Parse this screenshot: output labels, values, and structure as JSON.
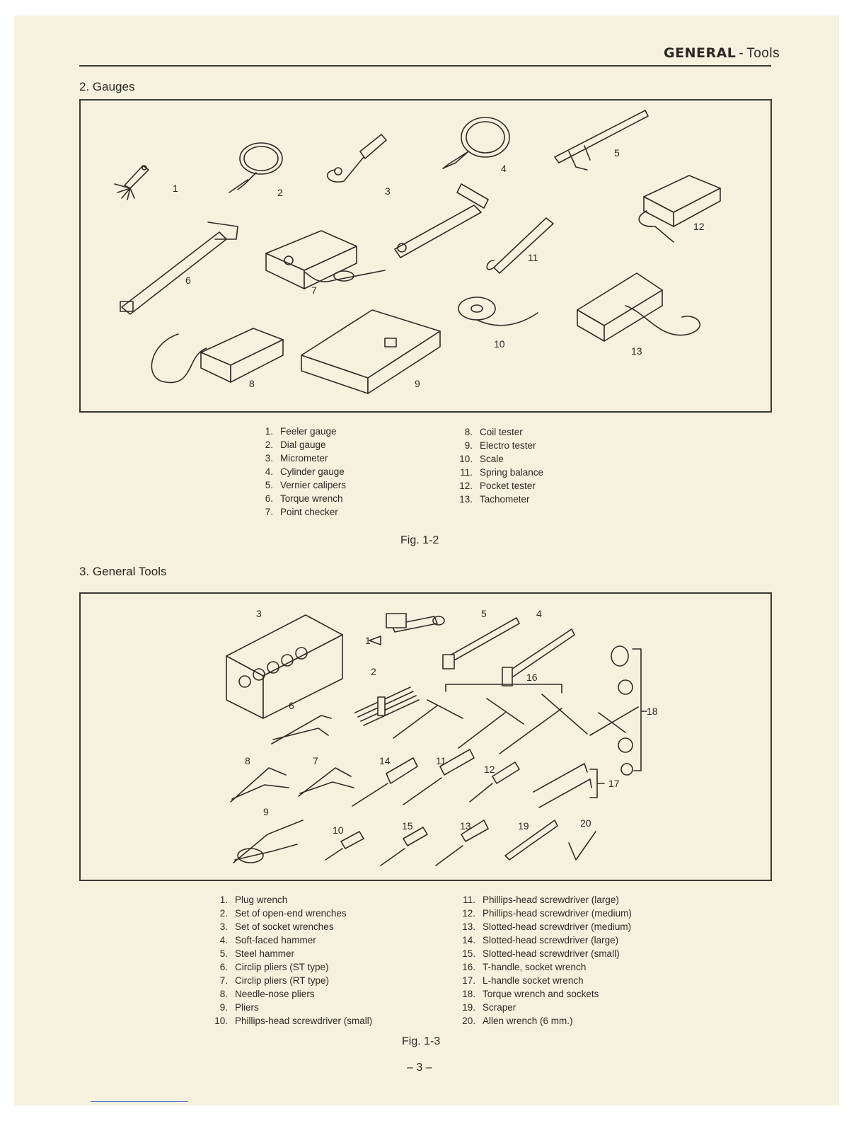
{
  "header": {
    "section": "GENERAL",
    "separator": "-",
    "topic": "Tools"
  },
  "gauges": {
    "heading": "2.  Gauges",
    "callouts": [
      "1",
      "2",
      "3",
      "4",
      "5",
      "6",
      "7",
      "8",
      "9",
      "10",
      "11",
      "12",
      "13"
    ],
    "legend_left": [
      {
        "num": "1.",
        "label": "Feeler gauge"
      },
      {
        "num": "2.",
        "label": "Dial gauge"
      },
      {
        "num": "3.",
        "label": "Micrometer"
      },
      {
        "num": "4.",
        "label": "Cylinder gauge"
      },
      {
        "num": "5.",
        "label": "Vernier calipers"
      },
      {
        "num": "6.",
        "label": "Torque wrench"
      },
      {
        "num": "7.",
        "label": "Point checker"
      }
    ],
    "legend_right": [
      {
        "num": "8.",
        "label": "Coil tester"
      },
      {
        "num": "9.",
        "label": "Electro tester"
      },
      {
        "num": "10.",
        "label": "Scale"
      },
      {
        "num": "11.",
        "label": "Spring balance"
      },
      {
        "num": "12.",
        "label": "Pocket tester"
      },
      {
        "num": "13.",
        "label": "Tachometer"
      }
    ],
    "caption": "Fig. 1-2"
  },
  "general_tools": {
    "heading": "3.  General Tools",
    "callouts": [
      "1",
      "2",
      "3",
      "4",
      "5",
      "6",
      "7",
      "8",
      "9",
      "10",
      "11",
      "12",
      "13",
      "14",
      "15",
      "16",
      "17",
      "18",
      "19",
      "20"
    ],
    "legend_left": [
      {
        "num": "1.",
        "label": "Plug wrench"
      },
      {
        "num": "2.",
        "label": "Set of open-end wrenches"
      },
      {
        "num": "3.",
        "label": "Set of socket wrenches"
      },
      {
        "num": "4.",
        "label": "Soft-faced hammer"
      },
      {
        "num": "5.",
        "label": "Steel hammer"
      },
      {
        "num": "6.",
        "label": "Circlip pliers (ST type)"
      },
      {
        "num": "7.",
        "label": "Circlip pliers (RT type)"
      },
      {
        "num": "8.",
        "label": "Needle-nose pliers"
      },
      {
        "num": "9.",
        "label": "Pliers"
      },
      {
        "num": "10.",
        "label": "Phillips-head screwdriver (small)"
      }
    ],
    "legend_right": [
      {
        "num": "11.",
        "label": "Phillips-head screwdriver (large)"
      },
      {
        "num": "12.",
        "label": "Phillips-head screwdriver (medium)"
      },
      {
        "num": "13.",
        "label": "Slotted-head screwdriver (medium)"
      },
      {
        "num": "14.",
        "label": "Slotted-head screwdriver (large)"
      },
      {
        "num": "15.",
        "label": "Slotted-head screwdriver (small)"
      },
      {
        "num": "16.",
        "label": "T-handle, socket wrench"
      },
      {
        "num": "17.",
        "label": "L-handle socket wrench"
      },
      {
        "num": "18.",
        "label": "Torque wrench and sockets"
      },
      {
        "num": "19.",
        "label": "Scraper"
      },
      {
        "num": "20.",
        "label": "Allen wrench (6 mm.)"
      }
    ],
    "caption": "Fig. 1-3"
  },
  "page_number": "– 3 –"
}
